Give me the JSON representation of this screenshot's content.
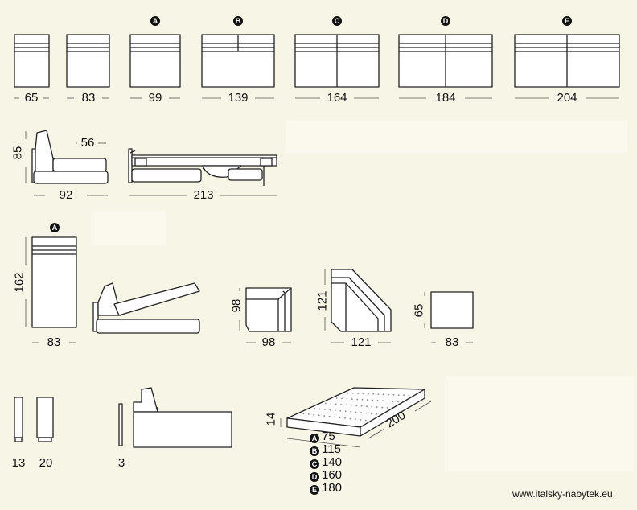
{
  "modules": {
    "w65": "65",
    "w83": "83",
    "w99": "99",
    "w139": "139",
    "w164": "164",
    "w184": "184",
    "w204": "204",
    "badge_a": "A",
    "badge_b": "B",
    "badge_c": "C",
    "badge_d": "D",
    "badge_e": "E"
  },
  "side_view": {
    "height": "85",
    "seat_depth": "56",
    "depth": "92",
    "bed_length": "213"
  },
  "chaise": {
    "badge": "A",
    "length": "162",
    "width": "83"
  },
  "corner": {
    "h98": "98",
    "w98": "98",
    "h121": "121",
    "w121": "121",
    "h65": "65",
    "w83": "83"
  },
  "parts": {
    "arm13": "13",
    "arm20": "20",
    "panel3": "3"
  },
  "mattress": {
    "thickness": "14",
    "length": "200",
    "sizes": [
      {
        "badge": "A",
        "value": "75"
      },
      {
        "badge": "B",
        "value": "115"
      },
      {
        "badge": "C",
        "value": "140"
      },
      {
        "badge": "D",
        "value": "160"
      },
      {
        "badge": "E",
        "value": "180"
      }
    ]
  },
  "footer": {
    "url": "www.italsky-nabytek.eu"
  }
}
